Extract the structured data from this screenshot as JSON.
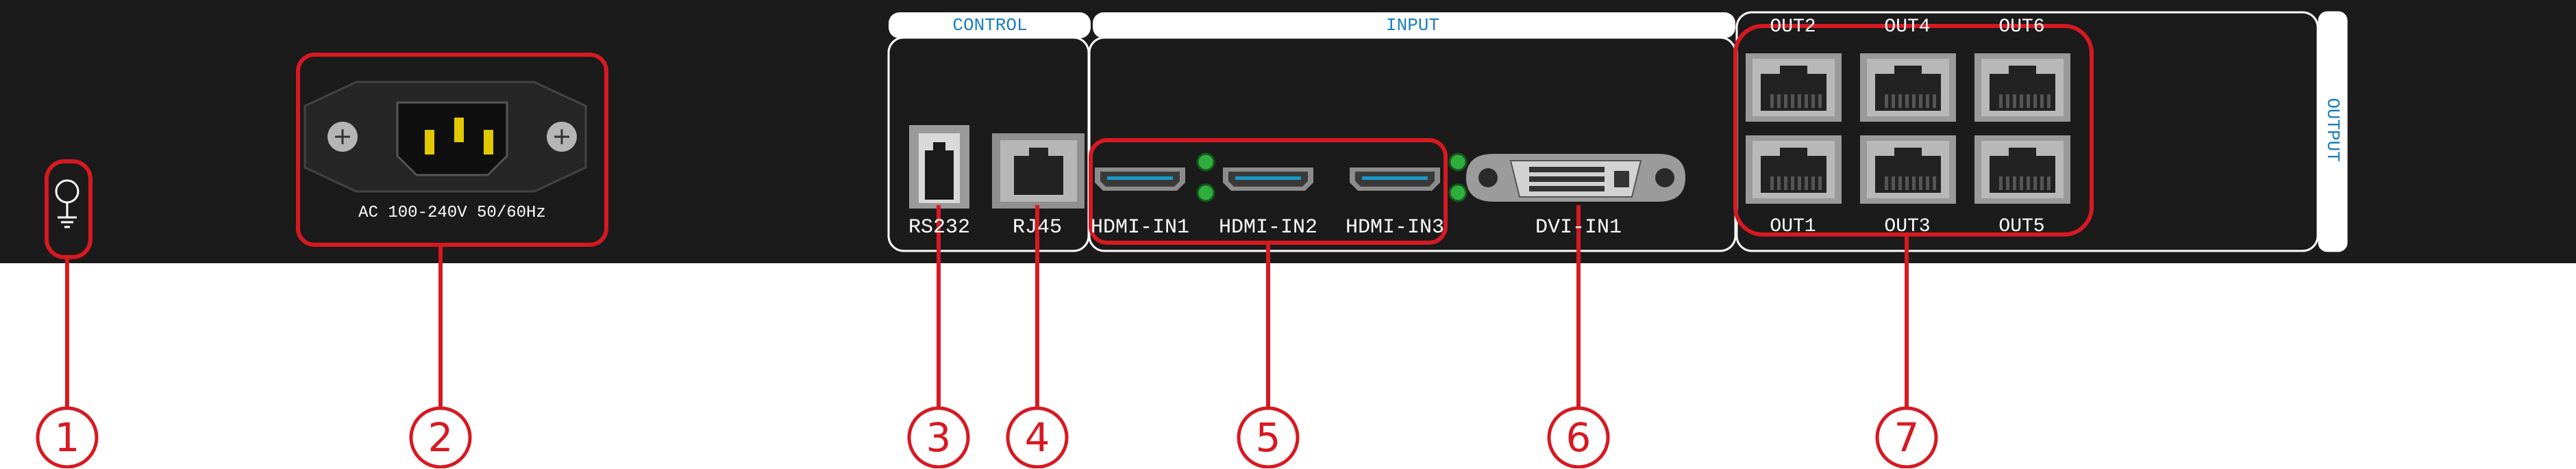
{
  "power": {
    "label": "AC 100-240V  50/60Hz"
  },
  "control": {
    "header": "CONTROL",
    "rs232": "RS232",
    "rj45": "RJ45"
  },
  "input": {
    "header": "INPUT",
    "hdmi1": "HDMI-IN1",
    "hdmi2": "HDMI-IN2",
    "hdmi3": "HDMI-IN3",
    "dvi1": "DVI-IN1"
  },
  "output": {
    "header": "OUTPUT",
    "out1": "OUT1",
    "out2": "OUT2",
    "out3": "OUT3",
    "out4": "OUT4",
    "out5": "OUT5",
    "out6": "OUT6"
  },
  "callouts": [
    "1",
    "2",
    "3",
    "4",
    "5",
    "6",
    "7"
  ],
  "colors": {
    "panel": "#1b1b1b",
    "callout": "#d71921",
    "header_text": "#1a7fc0",
    "led": "#2fae3e"
  },
  "icons": [
    "ground-icon",
    "power-socket-icon",
    "rs232-port-icon",
    "rj45-port-icon",
    "hdmi-port-icon",
    "dvi-port-icon",
    "rj45-output-port-icon"
  ]
}
